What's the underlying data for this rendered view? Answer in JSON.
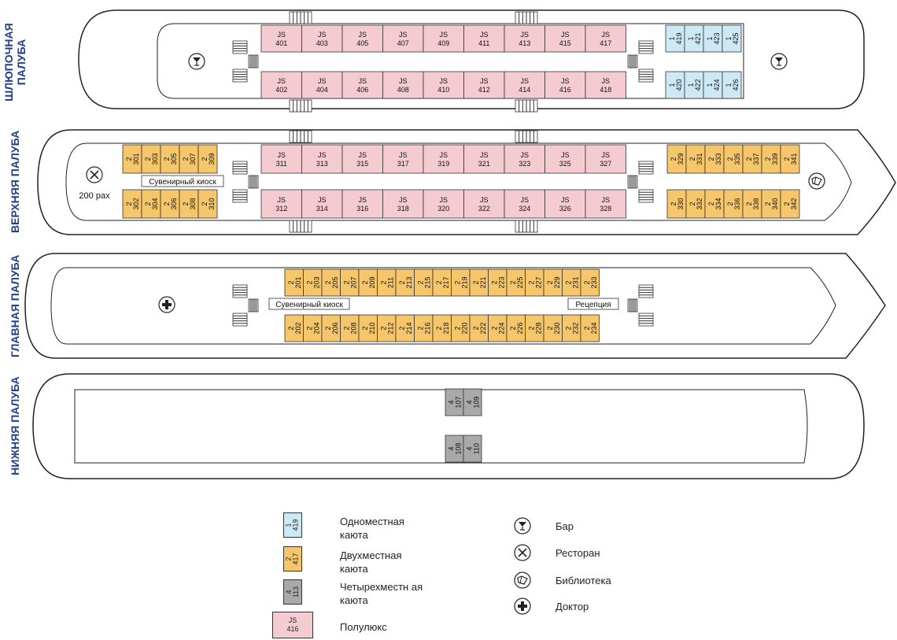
{
  "decks": [
    {
      "label": "ШЛЮПОЧНАЯ\nПАЛУБА"
    },
    {
      "label": "ВЕРХНЯЯ ПАЛУБА"
    },
    {
      "label": "ГЛАВНАЯ ПАЛУБА"
    },
    {
      "label": "НИЖНЯЯ ПАЛУБА"
    }
  ],
  "boat": {
    "js_top": [
      "401",
      "403",
      "405",
      "407",
      "409",
      "411",
      "413",
      "415",
      "417"
    ],
    "js_bottom": [
      "402",
      "404",
      "406",
      "408",
      "410",
      "412",
      "414",
      "416",
      "418"
    ],
    "single_top": [
      "419",
      "421",
      "423",
      "425"
    ],
    "single_bottom": [
      "420",
      "422",
      "424",
      "426"
    ]
  },
  "upper": {
    "double_left_top": [
      "301",
      "303",
      "305",
      "307",
      "309"
    ],
    "double_left_bottom": [
      "302",
      "304",
      "306",
      "308",
      "310"
    ],
    "js_top": [
      "311",
      "313",
      "315",
      "317",
      "319",
      "321",
      "323",
      "325",
      "327"
    ],
    "js_bottom": [
      "312",
      "314",
      "316",
      "318",
      "320",
      "322",
      "324",
      "326",
      "328"
    ],
    "double_right_top": [
      "329",
      "331",
      "333",
      "335",
      "337",
      "339",
      "341"
    ],
    "double_right_bottom": [
      "330",
      "332",
      "334",
      "336",
      "338",
      "340",
      "342"
    ],
    "kiosk": "Сувенирный киоск",
    "capacity": "200 pax"
  },
  "main": {
    "double_top": [
      "201",
      "203",
      "205",
      "207",
      "209",
      "211",
      "213",
      "215",
      "217",
      "219",
      "221",
      "223",
      "225",
      "227",
      "229",
      "231",
      "233"
    ],
    "double_bottom": [
      "202",
      "204",
      "206",
      "208",
      "210",
      "212",
      "214",
      "216",
      "218",
      "220",
      "222",
      "224",
      "226",
      "228",
      "230",
      "232",
      "234"
    ],
    "kiosk": "Сувенирный киоск",
    "reception": "Рецепция"
  },
  "lower": {
    "quad_top": [
      "107",
      "109"
    ],
    "quad_bottom": [
      "108",
      "110"
    ]
  },
  "berths": {
    "single": "1",
    "double": "2",
    "quad": "4",
    "js": "JS"
  },
  "colors": {
    "single": "#cde9f6",
    "double": "#f5c66a",
    "quad": "#a9a9a9",
    "js": "#f5cbd2",
    "deck_label": "#1f3f8f"
  },
  "legend": [
    {
      "berth": "1",
      "number": "419",
      "text": "Одноместная каюта"
    },
    {
      "berth": "2",
      "number": "417",
      "text": "Двухместная каюта"
    },
    {
      "berth": "4",
      "number": "113",
      "text": "Четырехместн ая каюта"
    },
    {
      "berth": "JS",
      "number": "416",
      "text": "Полулюкс"
    }
  ],
  "amenities": [
    {
      "icon": "bar-icon",
      "label": "Бар"
    },
    {
      "icon": "restaurant-icon",
      "label": "Ресторан"
    },
    {
      "icon": "library-icon",
      "label": "Библиотека"
    },
    {
      "icon": "doctor-icon",
      "label": "Доктор"
    }
  ]
}
